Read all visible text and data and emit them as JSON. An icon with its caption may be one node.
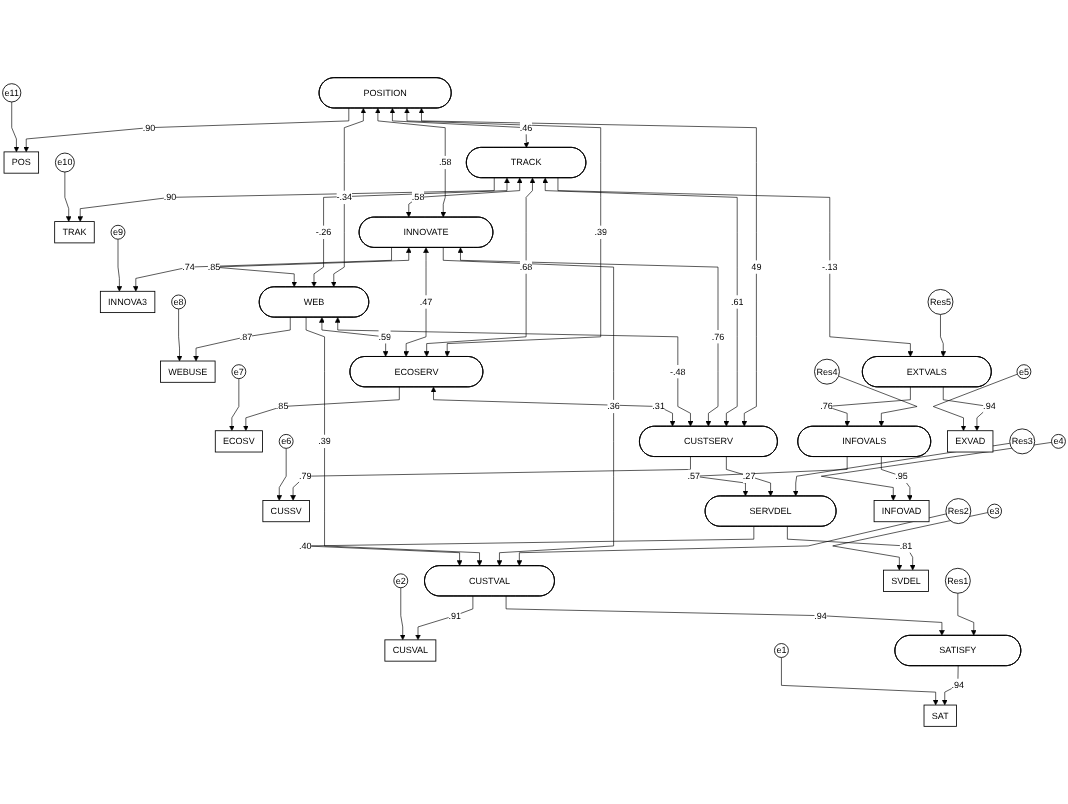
{
  "diagram": {
    "nodes": [
      {
        "text": [
          "POSITION"
        ]
      },
      {
        "text": [
          "POS"
        ]
      },
      {
        "text": [
          "e11"
        ]
      },
      {
        "text": [
          "TRACK"
        ]
      },
      {
        "text": [
          "TRAK"
        ]
      },
      {
        "text": [
          "e10"
        ]
      },
      {
        "text": [
          "INNOVATE"
        ]
      },
      {
        "text": [
          "INNOVA3"
        ]
      },
      {
        "text": [
          "e9"
        ]
      },
      {
        "text": [
          "WEB"
        ]
      },
      {
        "text": [
          "WEBUSE"
        ]
      },
      {
        "text": [
          "e8"
        ]
      },
      {
        "text": [
          "ECOSERV"
        ]
      },
      {
        "text": [
          "ECOSV"
        ]
      },
      {
        "text": [
          "e7"
        ]
      },
      {
        "text": [
          "CUSTSERV"
        ]
      },
      {
        "text": [
          "CUSSV"
        ]
      },
      {
        "text": [
          "e6"
        ]
      },
      {
        "text": [
          "e2"
        ]
      },
      {
        "text": [
          "CUSVAL"
        ]
      },
      {
        "text": [
          "CUSTVAL"
        ]
      },
      {
        "text": [
          "Res2"
        ]
      },
      {
        "text": [
          "e3"
        ]
      },
      {
        "text": [
          "SVDEL"
        ]
      },
      {
        "text": [
          "SERVDEL"
        ]
      },
      {
        "text": [
          "Res3"
        ]
      },
      {
        "text": [
          "INFOVALS"
        ]
      },
      {
        "text": [
          "INFOVAD"
        ]
      },
      {
        "text": [
          "e4"
        ]
      },
      {
        "text": [
          "Res4"
        ]
      },
      {
        "text": [
          "e1"
        ]
      },
      {
        "text": [
          "SAT"
        ]
      },
      {
        "text": [
          "SATISFY"
        ]
      },
      {
        "text": [
          "Res1"
        ]
      },
      {
        "text": [
          "EXTVALS"
        ]
      },
      {
        "text": [
          "EXVAD"
        ]
      },
      {
        "text": [
          "e5"
        ]
      },
      {
        "text": [
          "Res5"
        ]
      }
    ],
    "edges": [
      {
        "from": 0,
        "to": 1,
        "arrow": "to",
        "label": ".90"
      },
      {
        "from": 3,
        "to": 4,
        "arrow": "to",
        "label": ".90"
      },
      {
        "from": 6,
        "to": 7,
        "arrow": "to",
        "label": ".74"
      },
      {
        "from": 9,
        "to": 10,
        "arrow": "to",
        "label": ".87"
      },
      {
        "from": 12,
        "to": 13,
        "arrow": "to",
        "label": ".85"
      },
      {
        "from": 15,
        "to": 16,
        "arrow": "to",
        "label": ".79"
      },
      {
        "from": 20,
        "to": 19,
        "arrow": "to",
        "label": ".91"
      },
      {
        "from": 24,
        "to": 23,
        "arrow": "to",
        "label": ".81"
      },
      {
        "from": 26,
        "to": 27,
        "arrow": "to",
        "label": ".95"
      },
      {
        "from": 34,
        "to": 35,
        "arrow": "to",
        "label": ".94"
      },
      {
        "from": 32,
        "to": 31,
        "arrow": "to",
        "label": ".94"
      },
      {
        "from": 2,
        "to": 1,
        "arrow": "to"
      },
      {
        "from": 5,
        "to": 4,
        "arrow": "to"
      },
      {
        "from": 8,
        "to": 7,
        "arrow": "to"
      },
      {
        "from": 11,
        "to": 10,
        "arrow": "to"
      },
      {
        "from": 14,
        "to": 13,
        "arrow": "to"
      },
      {
        "from": 17,
        "to": 16,
        "arrow": "to"
      },
      {
        "from": 18,
        "to": 19,
        "arrow": "to"
      },
      {
        "from": 22,
        "to": 23,
        "arrow": "to"
      },
      {
        "from": 28,
        "to": 27,
        "arrow": "to"
      },
      {
        "from": 36,
        "to": 35,
        "arrow": "to"
      },
      {
        "from": 30,
        "to": 31,
        "arrow": "to"
      },
      {
        "from": 33,
        "to": 32,
        "arrow": "to"
      },
      {
        "from": 21,
        "to": 20,
        "arrow": "to"
      },
      {
        "from": 25,
        "to": 24,
        "arrow": "to"
      },
      {
        "from": 29,
        "to": 26,
        "arrow": "to"
      },
      {
        "from": 37,
        "to": 34,
        "arrow": "to"
      },
      {
        "from": 20,
        "to": 32,
        "arrow": "to",
        "label": ".94"
      },
      {
        "from": 6,
        "to": 20,
        "arrow": "to",
        "label": ".36"
      },
      {
        "from": 9,
        "to": 20,
        "arrow": "to",
        "label": ".39"
      },
      {
        "from": 24,
        "to": 20,
        "arrow": "to",
        "label": ".40"
      },
      {
        "from": 15,
        "to": 24,
        "arrow": "to",
        "label": ".27"
      },
      {
        "from": 26,
        "to": 24,
        "arrow": "to",
        "label": ".57"
      },
      {
        "from": 34,
        "to": 26,
        "arrow": "to",
        "label": ".76"
      },
      {
        "from": 3,
        "to": 34,
        "arrow": "to",
        "label": "-.13"
      },
      {
        "from": 0,
        "to": 3,
        "arrow": "both",
        "label": ".46"
      },
      {
        "from": 0,
        "to": 6,
        "arrow": "both",
        "label": ".58"
      },
      {
        "from": 0,
        "to": 9,
        "arrow": "both",
        "label": "-.34"
      },
      {
        "from": 0,
        "to": 12,
        "arrow": "both",
        "label": ".39"
      },
      {
        "from": 0,
        "to": 15,
        "arrow": "both",
        "label": "49"
      },
      {
        "from": 3,
        "to": 6,
        "arrow": "both",
        "label": ".58"
      },
      {
        "from": 3,
        "to": 9,
        "arrow": "both",
        "label": "-.26"
      },
      {
        "from": 3,
        "to": 12,
        "arrow": "both",
        "label": ".68"
      },
      {
        "from": 3,
        "to": 15,
        "arrow": "both",
        "label": ".61"
      },
      {
        "from": 6,
        "to": 9,
        "arrow": "both",
        "label": ".85"
      },
      {
        "from": 6,
        "to": 12,
        "arrow": "both",
        "label": ".47"
      },
      {
        "from": 6,
        "to": 15,
        "arrow": "both",
        "label": ".76"
      },
      {
        "from": 9,
        "to": 12,
        "arrow": "both",
        "label": ".59"
      },
      {
        "from": 9,
        "to": 15,
        "arrow": "both",
        "label": "-.48"
      },
      {
        "from": 12,
        "to": 15,
        "arrow": "both",
        "label": ".31"
      }
    ]
  }
}
